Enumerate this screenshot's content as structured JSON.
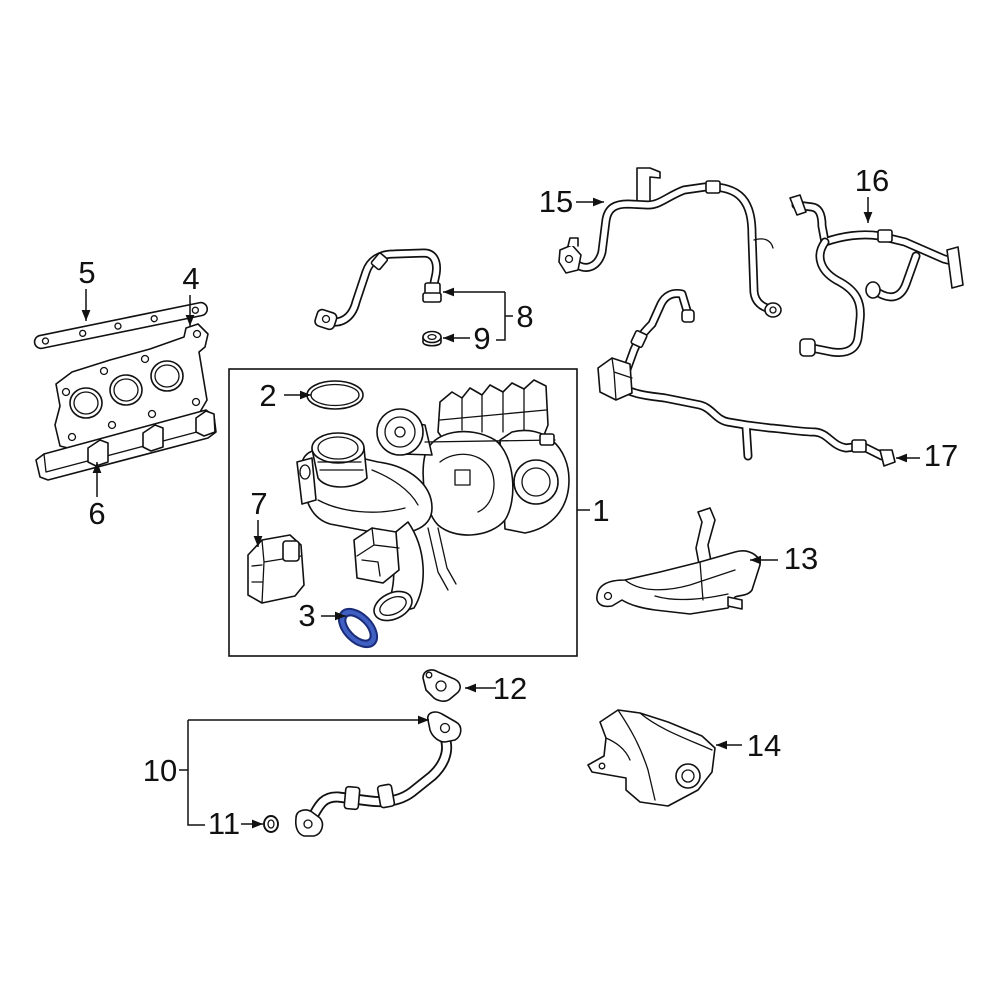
{
  "callouts": {
    "c1": "1",
    "c2": "2",
    "c3": "3",
    "c4": "4",
    "c5": "5",
    "c6": "6",
    "c7": "7",
    "c8": "8",
    "c9": "9",
    "c10": "10",
    "c11": "11",
    "c12": "12",
    "c13": "13",
    "c14": "14",
    "c15": "15",
    "c16": "16",
    "c17": "17"
  },
  "colors": {
    "background": "#ffffff",
    "line": "#111111",
    "highlight_fill": "#3f5fc2",
    "highlight_stroke": "#1a2c7a"
  }
}
